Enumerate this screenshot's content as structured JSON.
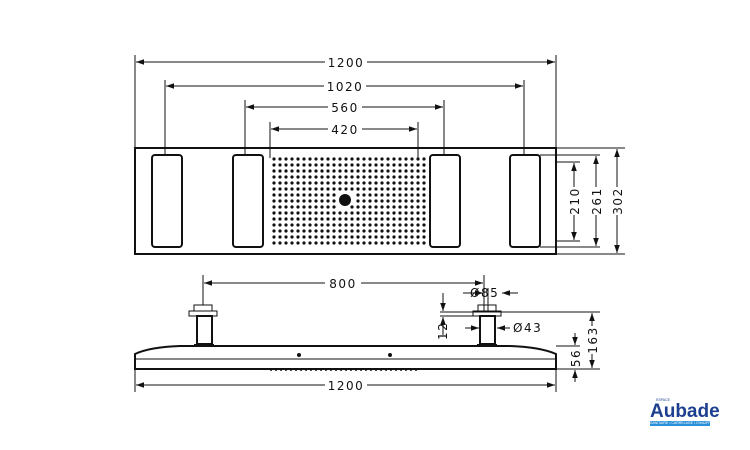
{
  "top_view": {
    "dims": {
      "overall_width": "1200",
      "outer_panels": "1020",
      "inner_panels": "560",
      "spray_field": "420",
      "panel_height": "210",
      "inner_height": "261",
      "overall_depth": "302"
    }
  },
  "side_view": {
    "dims": {
      "arm_spacing": "800",
      "flange_diameter": "Ø85",
      "pipe_diameter": "Ø43",
      "flange_thickness": "12",
      "total_height": "163",
      "body_height": "56",
      "overall_width": "1200"
    }
  },
  "logo": {
    "prefix": "ESPACE",
    "brand": "Aubade",
    "tagline": "SANITAIRE • CARRELAGE • CHAUFFAGE"
  }
}
